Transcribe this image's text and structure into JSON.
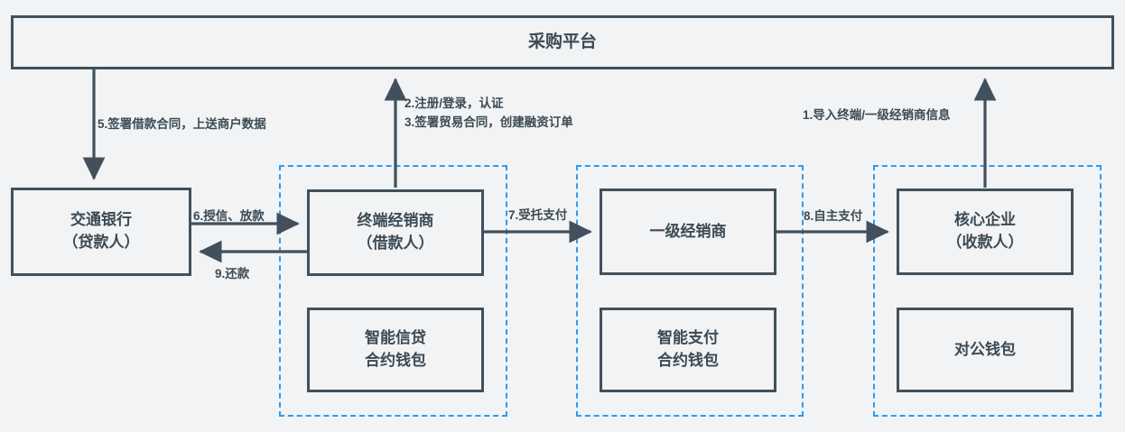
{
  "diagram": {
    "title": "采购平台",
    "palette": {
      "background": "#f1f3f4",
      "node_border": "#41505c",
      "node_fill": "#f1f3f4",
      "text": "#3c4a54",
      "zone_dashed": "#2e9bf0",
      "arrow": "#41505c"
    }
  },
  "nodes": {
    "platform": "采购平台",
    "bank": "交通银行\n（贷款人）",
    "terminal_dealer": "终端经销商\n（借款人）",
    "primary_dealer": "一级经销商",
    "core_enterprise": "核心企业\n（收款人）",
    "wallet_credit": "智能信贷\n合约钱包",
    "wallet_payment": "智能支付\n合约钱包",
    "wallet_public": "对公钱包"
  },
  "edge_labels": {
    "step5": "5.签署借款合同，上送商户数据",
    "step2_3": "2.注册/登录，认证\n3.签署贸易合同，创建融资订单",
    "step1": "1.导入终端/一级经销商信息",
    "step6": "6.授信、放款",
    "step9": "9.还款",
    "step7": "7.受托支付",
    "step8": "8.自主支付"
  }
}
